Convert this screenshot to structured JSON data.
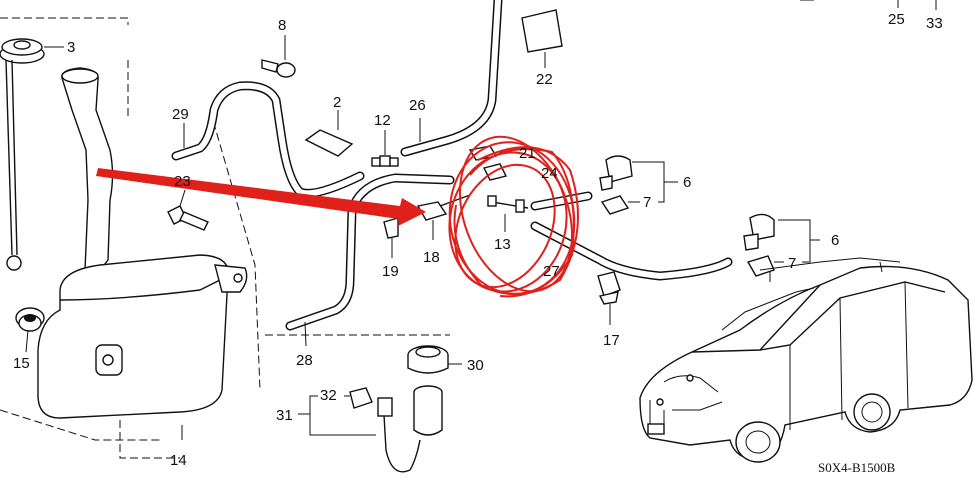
{
  "diagram": {
    "diagram_code": "S0X4-B1500B",
    "part_labels": {
      "p2": "2",
      "p3": "3",
      "p6a": "6",
      "p6b": "6",
      "p7a": "7",
      "p7b": "7",
      "p8": "8",
      "p12": "12",
      "p13": "13",
      "p14": "14",
      "p15": "15",
      "p17": "17",
      "p18": "18",
      "p19": "19",
      "p21": "21",
      "p22": "22",
      "p23": "23",
      "p24": "24",
      "p25": "25",
      "p26": "26",
      "p27": "27",
      "p28": "28",
      "p29": "29",
      "p30": "30",
      "p31": "31",
      "p32": "32",
      "p33": "33"
    }
  },
  "colors": {
    "ink": "#111111",
    "annotation_red": "#e0201a",
    "background": "#ffffff"
  },
  "annotations": {
    "arrow": "red-arrow-pointing-to-part-18",
    "scribble": "red-circled-parts-13-24-27"
  }
}
